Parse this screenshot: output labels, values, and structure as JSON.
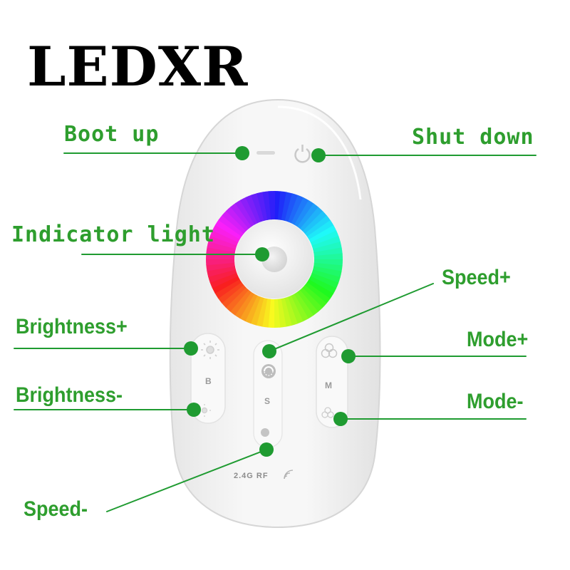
{
  "brand": "LEDXR",
  "colors": {
    "callout": "#2e9e2e",
    "dot": "#1f9b31",
    "remote_body": "#f1f1f1",
    "remote_edge": "#d6d6d6"
  },
  "callouts": {
    "boot_up": "Boot up",
    "shut_down": "Shut down",
    "indicator_light": "Indicator light",
    "speed_plus": "Speed+",
    "brightness_plus": "Brightness+",
    "mode_plus": "Mode+",
    "brightness_minus": "Brightness-",
    "mode_minus": "Mode-",
    "speed_minus": "Speed-"
  },
  "remote": {
    "button_caps": {
      "brightness": "B",
      "speed": "S",
      "mode": "M"
    },
    "rf_mark": "2.4G RF"
  },
  "icons": {
    "power_off": "power-icon",
    "sun_large": "sun-icon",
    "sun_small": "sun-small-icon",
    "speed": "speed-icon",
    "mode": "color-circles-icon",
    "rf": "wifi-signal-icon"
  }
}
